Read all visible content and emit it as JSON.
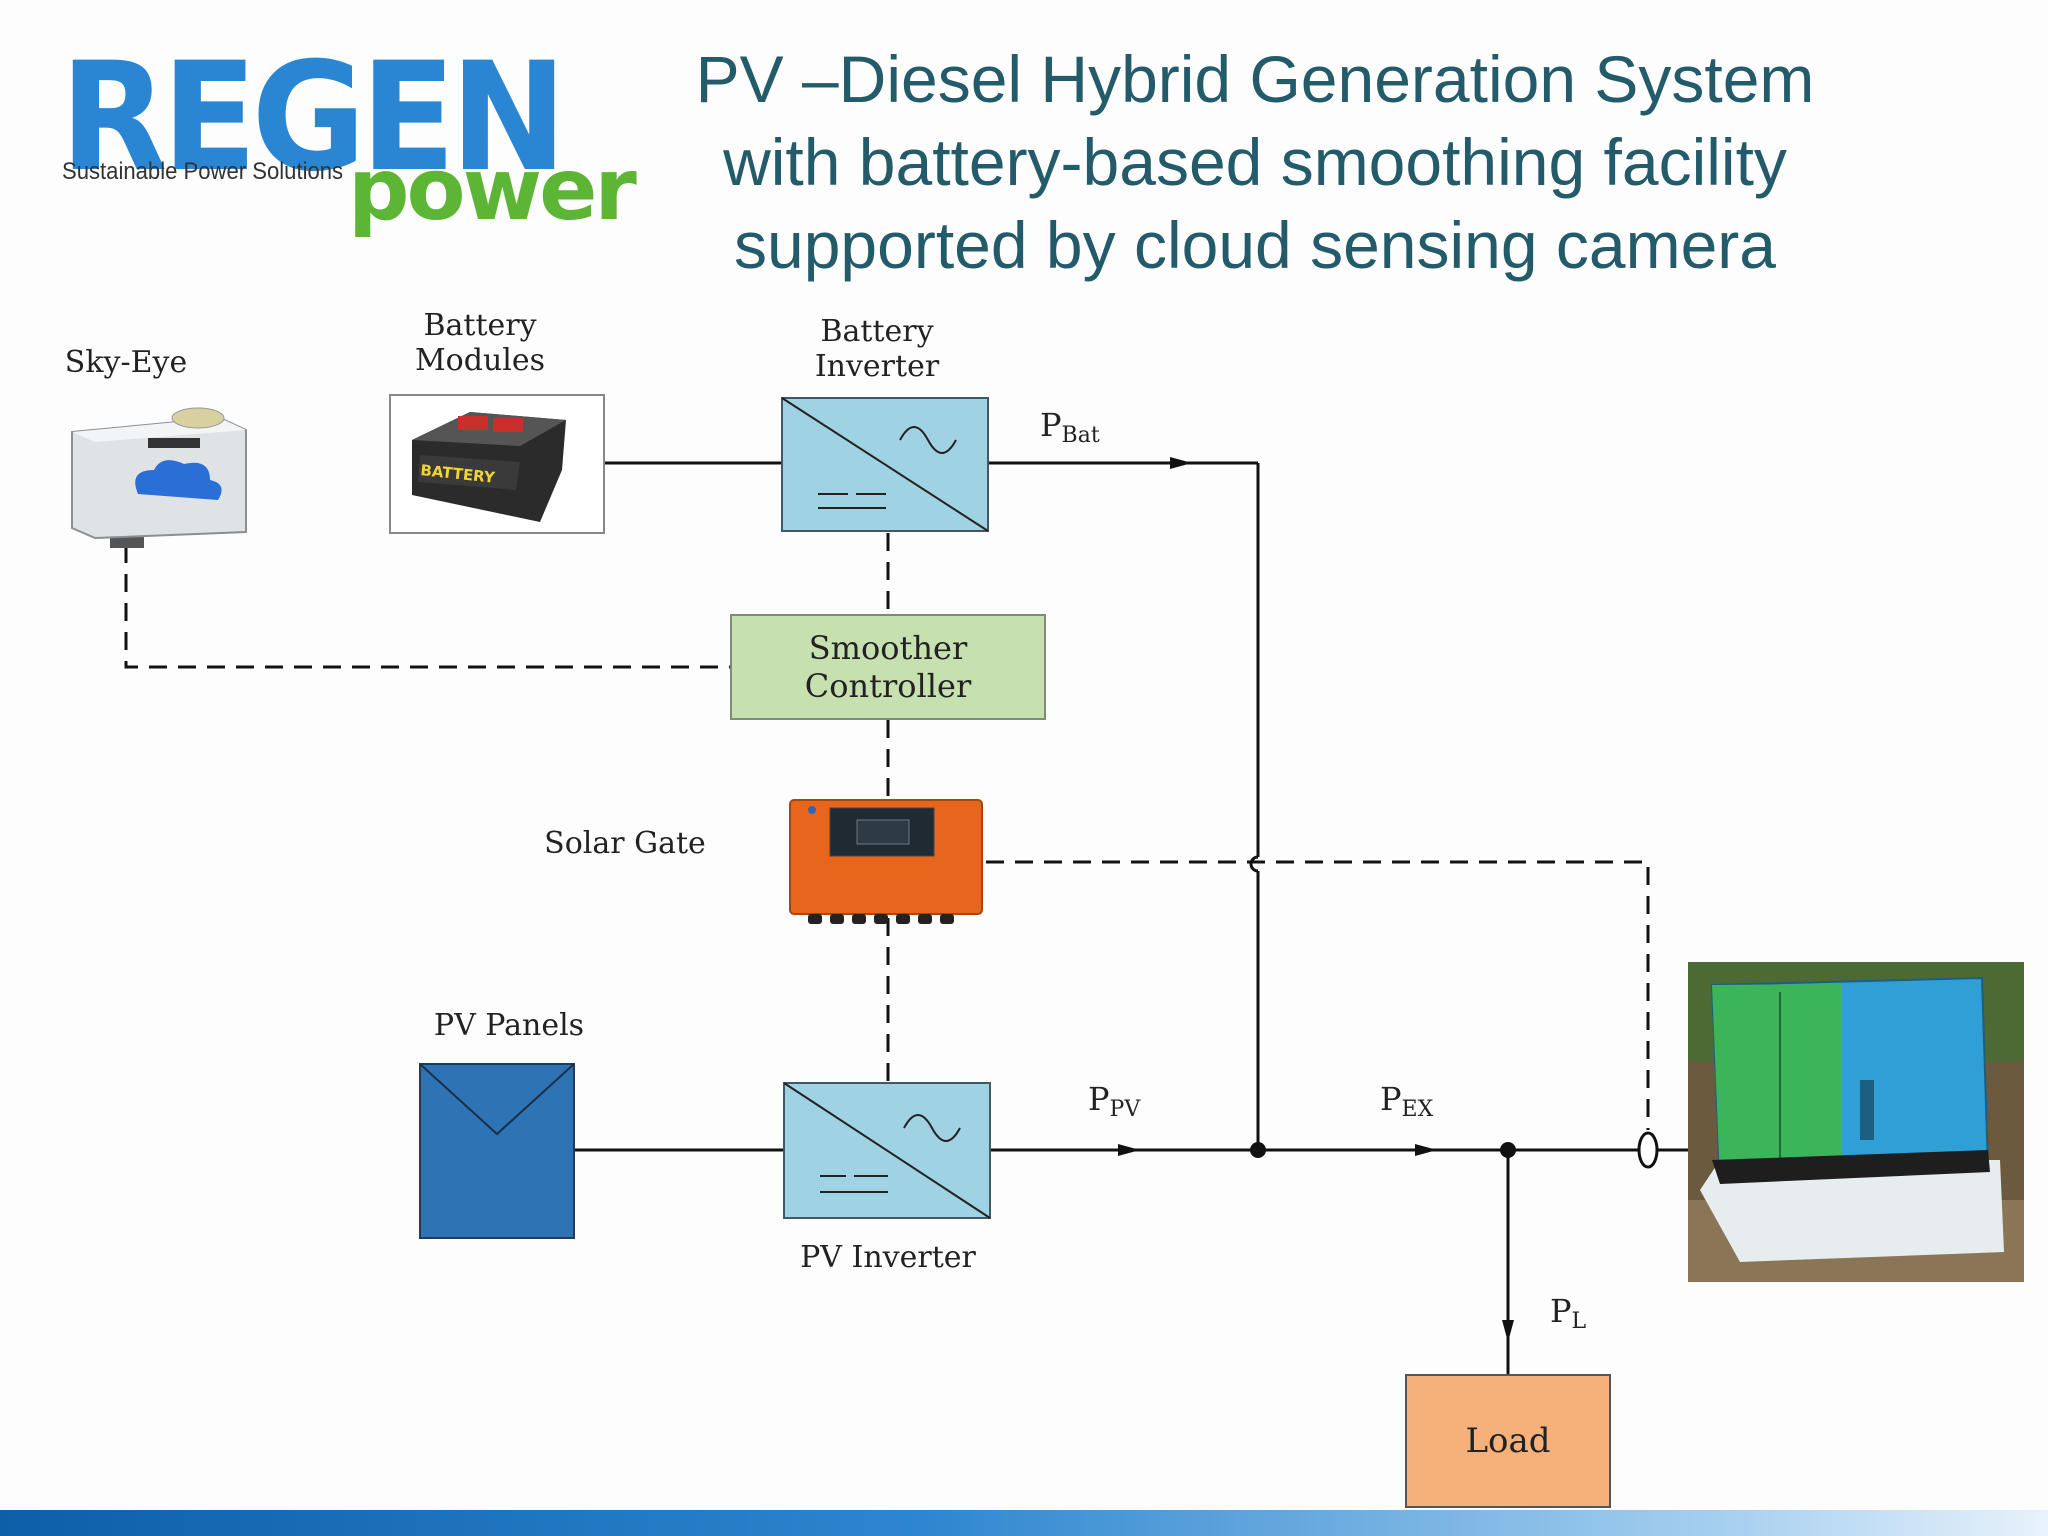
{
  "title_lines": [
    "PV –Diesel Hybrid Generation System",
    "with battery-based smoothing facility",
    "supported by cloud sensing camera"
  ],
  "logo": {
    "brand": "REGEN",
    "tagline": "Sustainable Power Solutions",
    "sub": "power"
  },
  "components": {
    "sky_eye": "Sky-Eye",
    "battery_modules_line1": "Battery",
    "battery_modules_line2": "Modules",
    "battery_inverter_line1": "Battery",
    "battery_inverter_line2": "Inverter",
    "smoother_line1": "Smoother",
    "smoother_line2": "Controller",
    "solar_gate": "Solar Gate",
    "pv_panels": "PV Panels",
    "pv_inverter": "PV Inverter",
    "load": "Load",
    "battery_text": "BATTERY"
  },
  "flows": {
    "p_bat": {
      "main": "P",
      "sub": "Bat"
    },
    "p_pv": {
      "main": "P",
      "sub": "PV"
    },
    "p_ex": {
      "main": "P",
      "sub": "EX"
    },
    "p_l": {
      "main": "P",
      "sub": "L"
    }
  },
  "colors": {
    "title": "#235b6b",
    "inverter_fill": "#9fd2e2",
    "controller_fill": "#c6e1af",
    "load_fill": "#f6b07a",
    "pv_panel_fill": "#2e74b5",
    "solar_gate_fill": "#e8661c",
    "logo_blue": "#2a86d2",
    "logo_green": "#5cb534"
  }
}
